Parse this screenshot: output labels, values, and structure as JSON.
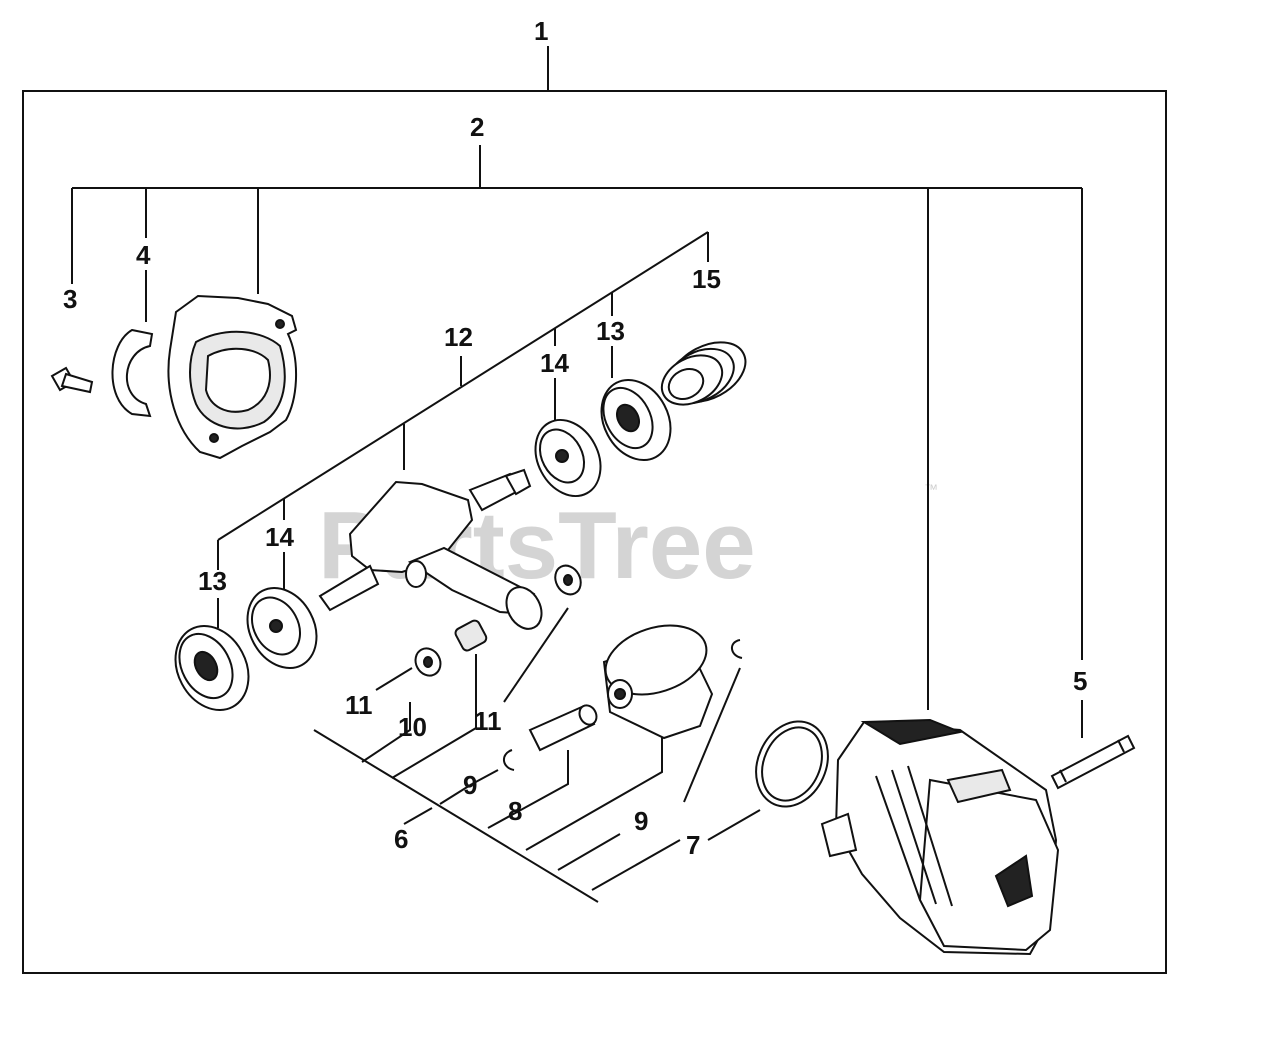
{
  "watermark": {
    "text": "PartsTree",
    "trademark": "™"
  },
  "callouts": {
    "c1": "1",
    "c2": "2",
    "c3": "3",
    "c4": "4",
    "c5": "5",
    "c6": "6",
    "c7": "7",
    "c8": "8",
    "c9a": "9",
    "c9b": "9",
    "c10": "10",
    "c11a": "11",
    "c11b": "11",
    "c12": "12",
    "c13a": "13",
    "c13b": "13",
    "c14a": "14",
    "c14b": "14",
    "c15": "15"
  },
  "parts": [
    "bolt-3",
    "clamp-4",
    "crankcase-half",
    "stud-5",
    "cylinder",
    "gasket-ring-7",
    "piston",
    "piston-pin-8",
    "circlip-9-left",
    "circlip-9-right",
    "needle-bearing-10",
    "washer-11-left",
    "washer-11-right",
    "crankshaft-12",
    "seal-13-left",
    "seal-13-right",
    "bearing-14-left",
    "bearing-14-right",
    "spring-15"
  ]
}
